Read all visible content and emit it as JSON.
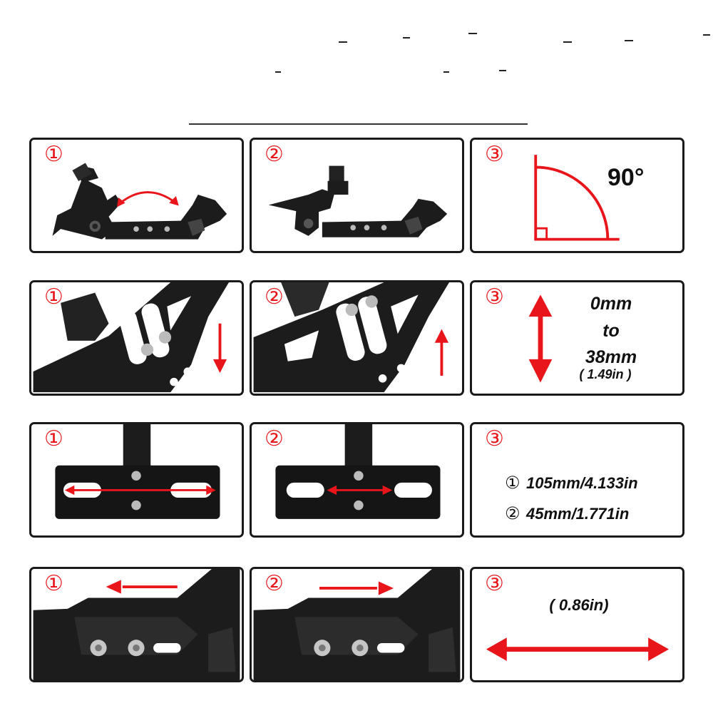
{
  "panel_markers": {
    "one": "①",
    "two": "②",
    "three": "③"
  },
  "row1": {
    "angle_label": "90°"
  },
  "row2": {
    "range_from": "0mm",
    "range_word": "to",
    "range_to": "38mm",
    "range_inch": "( 1.49in )"
  },
  "row3": {
    "spec_1_marker": "①",
    "spec_1_value": "105mm/4.133in",
    "spec_2_marker": "②",
    "spec_2_value": "45mm/1.771in"
  },
  "row4": {
    "length_inch": "( 0.86in)"
  },
  "colors": {
    "accent_red": "#e8161b",
    "bracket_black": "#1c1c1c",
    "frame_dark": "#1a1a1a"
  },
  "icons": {
    "double_arc_arrow": "curved-double-arrow-icon",
    "vertical_double_arrow": "vertical-double-arrow-icon",
    "horizontal_double_arrow": "horizontal-double-arrow-icon",
    "right_angle": "right-angle-icon"
  }
}
